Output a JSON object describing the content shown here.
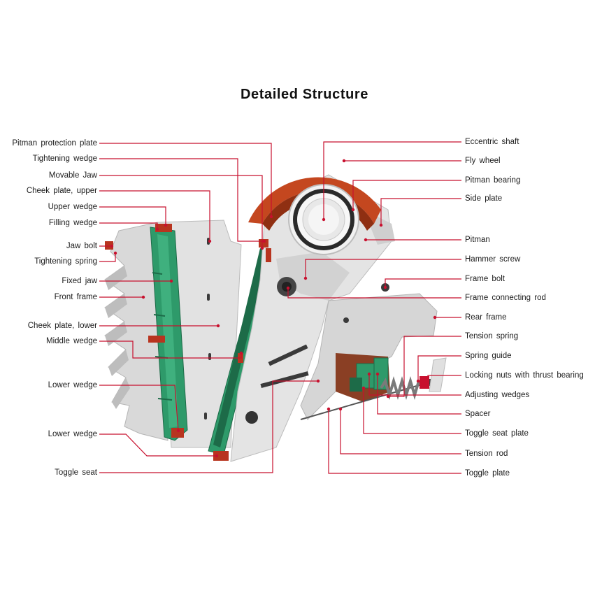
{
  "title": "Detailed Structure",
  "colors": {
    "leader": "#c8102e",
    "frame": "#dcdcdc",
    "frame_shadow": "#b9b9b9",
    "jaw_green": "#2e9a6a",
    "jaw_dark": "#1d6b48",
    "flywheel": "#c4471f",
    "dark_part": "#3a3a3a"
  },
  "labels_left": [
    "Pitman  protection  plate",
    "Tightening  wedge",
    "Movable  Jaw",
    "Cheek  plate,  upper",
    "Upper  wedge",
    "Filling  wedge",
    "Jaw  bolt",
    "Tightening  spring",
    "Fixed  jaw",
    "Front  frame",
    "Cheek  plate,  lower",
    "Middle  wedge",
    "Lower  wedge",
    "Lower  wedge",
    "Toggle  seat"
  ],
  "labels_right": [
    "Eccentric  shaft",
    "Fly  wheel",
    "Pitman  bearing",
    "Side  plate",
    "Pitman",
    "Hammer  screw",
    "Frame  bolt",
    "Frame  connecting  rod",
    "Rear  frame",
    "Tension  spring",
    "Spring  guide",
    "Locking  nuts  with  thrust  bearing",
    "Adjusting  wedges",
    "Spacer",
    "Toggle  seat  plate",
    "Tension  rod",
    "Toggle  plate"
  ]
}
